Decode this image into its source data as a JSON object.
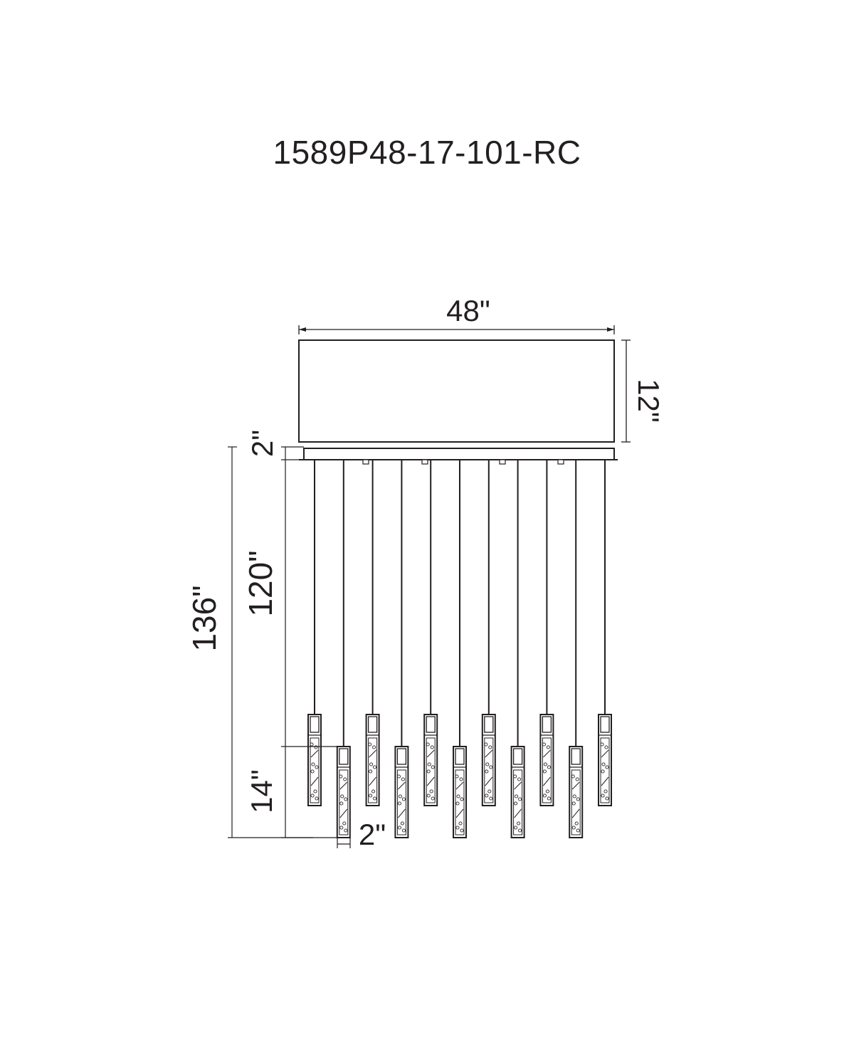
{
  "title": "1589P48-17-101-RC",
  "dimensions": {
    "canopy_width": "48\"",
    "canopy_depth": "12\"",
    "canopy_plate_height": "2\"",
    "cable_length": "120\"",
    "overall_height": "136\"",
    "pendant_height": "14\"",
    "pendant_width": "2\""
  },
  "pendant_count": 11,
  "colors": {
    "line": "#231f20",
    "background": "#ffffff"
  }
}
